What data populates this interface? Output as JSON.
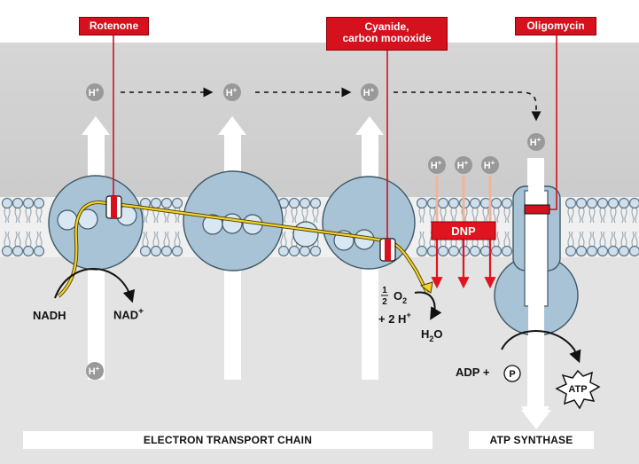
{
  "labels": {
    "rotenone": "Rotenone",
    "cyanide_line1": "Cyanide,",
    "cyanide_line2": "carbon monoxide",
    "oligomycin": "Oligomycin",
    "dnp": "DNP",
    "proton": "H",
    "proton_charge": "+",
    "nadh": "NADH",
    "nad": "NAD",
    "nad_charge": "+",
    "half_num": "1",
    "half_den": "2",
    "oxygen": "O",
    "oxygen_sub": "2",
    "two_protons": "+ 2 H",
    "two_protons_charge": "+",
    "water_h": "H",
    "water_sub": "2",
    "water_o": "O",
    "adp_plus": "ADP +",
    "phosphate": "P",
    "atp": "ATP",
    "etc_title": "ELECTRON TRANSPORT CHAIN",
    "atp_synthase_title": "ATP SYNTHASE"
  },
  "colors": {
    "inhibitor": "#d4111d",
    "membrane_head": "#cfe0ec",
    "protein": "#a9c3d6",
    "electron_path": "#f2d42c",
    "proton_circle": "#999999",
    "dnp_arrow": "#e0141e",
    "dnp_stem": "#f0b49a"
  },
  "icons": [
    "up-arrow-icon",
    "dashed-arrow-icon",
    "explosion-star-icon",
    "curved-arrow-icon"
  ]
}
